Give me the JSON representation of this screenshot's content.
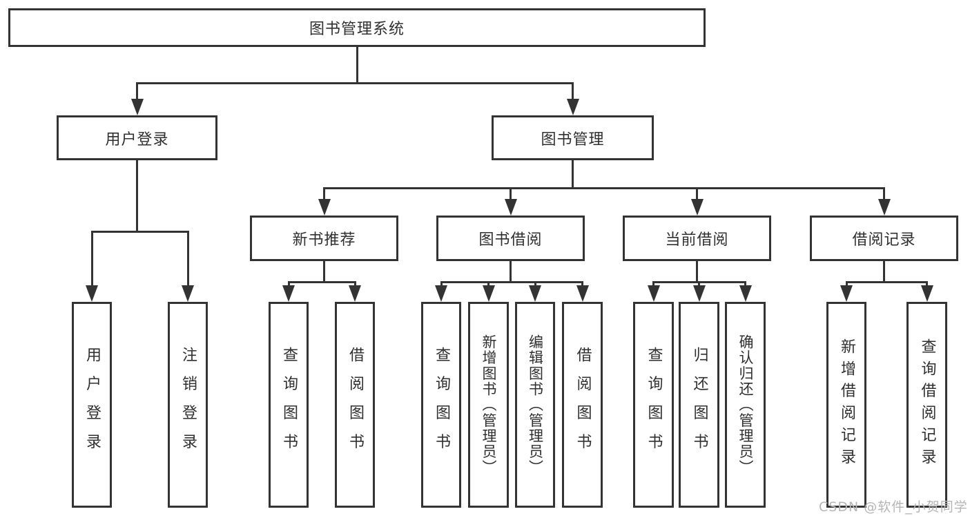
{
  "diagram": {
    "type": "tree-diagram",
    "title": "图书管理系统",
    "watermark": "CSDN @软件_小贺同学",
    "colors": {
      "line": "#333333",
      "text": "#2f2f2f",
      "box_background": "#ffffff",
      "background": "#ffffff",
      "watermark": "#b5b5b5"
    },
    "nodes": [
      {
        "id": "system",
        "label": "图书管理系统"
      },
      {
        "id": "user-login",
        "label": "用户登录"
      },
      {
        "id": "book-mgmt",
        "label": "图书管理"
      },
      {
        "id": "new-book-rec",
        "label": "新书推荐"
      },
      {
        "id": "book-borrow",
        "label": "图书借阅"
      },
      {
        "id": "current-borrow",
        "label": "当前借阅"
      },
      {
        "id": "borrow-records",
        "label": "借阅记录"
      },
      {
        "id": "user-login-col",
        "label": "用户登录"
      },
      {
        "id": "logout-col",
        "label": "注销登录"
      },
      {
        "id": "query-books-1",
        "label": "查询图书"
      },
      {
        "id": "borrow-books-1",
        "label": "借阅图书"
      },
      {
        "id": "query-books-2",
        "label": "查询图书"
      },
      {
        "id": "add-books",
        "label": "新增图书（管理员）"
      },
      {
        "id": "edit-books",
        "label": "编辑图书（管理员）"
      },
      {
        "id": "borrow-books-2",
        "label": "借阅图书"
      },
      {
        "id": "query-books-3",
        "label": "查询图书"
      },
      {
        "id": "return-books",
        "label": "归还图书"
      },
      {
        "id": "confirm-return",
        "label": "确认归还（管理员）"
      },
      {
        "id": "add-borrow-record",
        "label": "新增借阅记录"
      },
      {
        "id": "query-borrow-record",
        "label": "查询借阅记录"
      }
    ],
    "edges": [
      {
        "parent": "system",
        "children": [
          "user-login",
          "book-mgmt"
        ]
      },
      {
        "parent": "user-login",
        "children": [
          "user-login-col",
          "logout-col"
        ]
      },
      {
        "parent": "book-mgmt",
        "children": [
          "new-book-rec",
          "book-borrow",
          "current-borrow",
          "borrow-records"
        ]
      },
      {
        "parent": "new-book-rec",
        "children": [
          "query-books-1",
          "borrow-books-1"
        ]
      },
      {
        "parent": "book-borrow",
        "children": [
          "query-books-2",
          "add-books",
          "edit-books",
          "borrow-books-2"
        ]
      },
      {
        "parent": "current-borrow",
        "children": [
          "query-books-3",
          "return-books",
          "confirm-return"
        ]
      },
      {
        "parent": "borrow-records",
        "children": [
          "add-borrow-record",
          "query-borrow-record"
        ]
      }
    ]
  }
}
